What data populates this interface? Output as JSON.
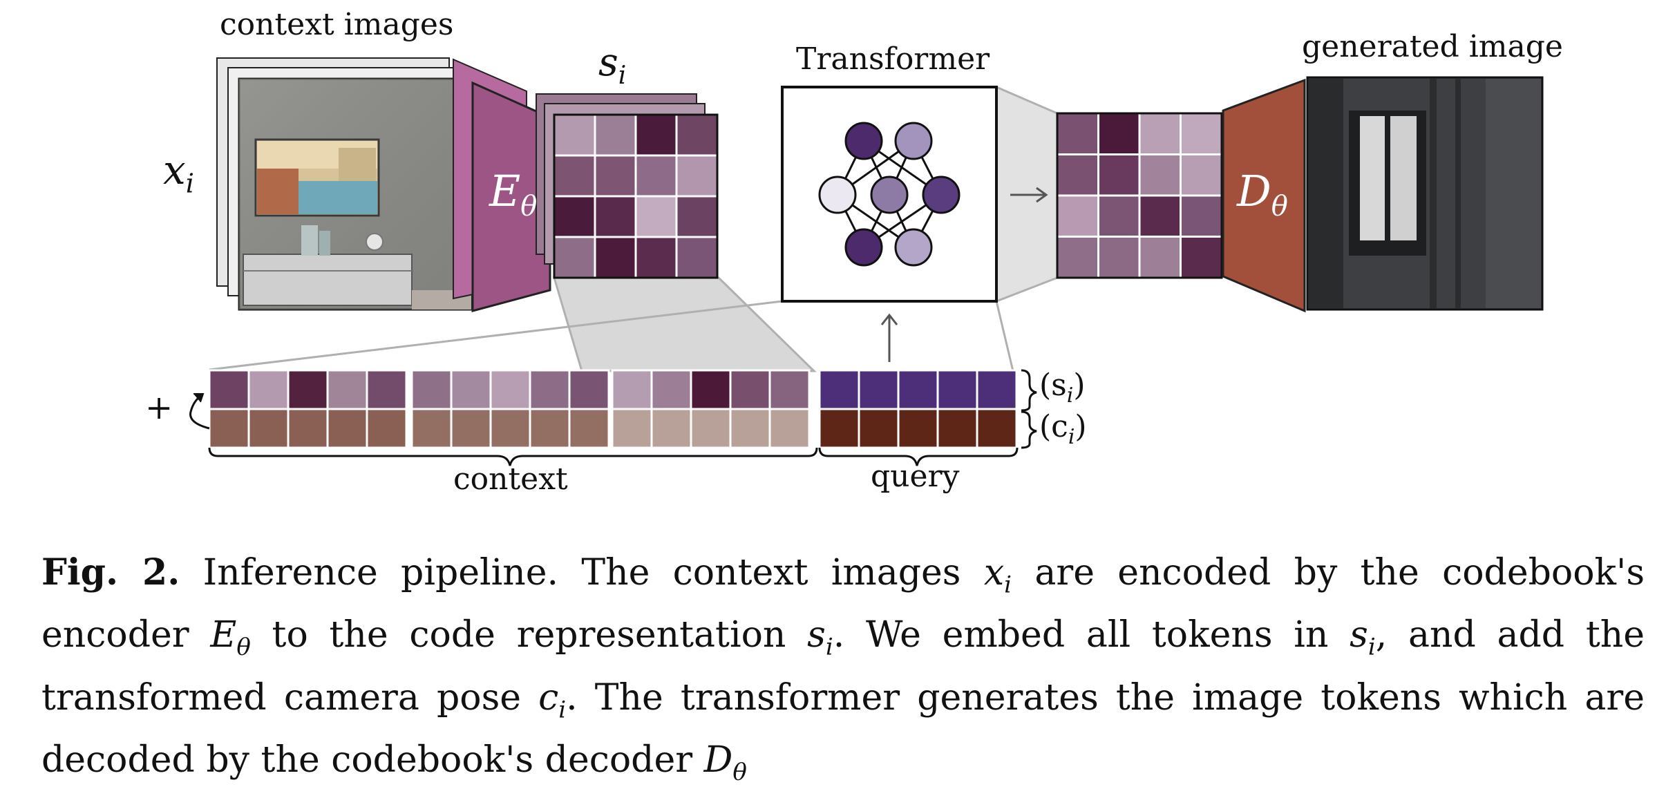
{
  "labels": {
    "context_images": "context images",
    "x_i": "x",
    "x_sub": "i",
    "s_i": "s",
    "s_sub": "i",
    "encoder": "E",
    "encoder_sub": "θ",
    "transformer": "Transformer",
    "decoder": "D",
    "decoder_sub": "θ",
    "generated_image": "generated image",
    "plus": "+",
    "brace_s": "(s",
    "brace_s_sub": "i",
    "brace_s_close": ")",
    "brace_c": "(c",
    "brace_c_sub": "i",
    "brace_c_close": ")",
    "context": "context",
    "query": "query",
    "arrow_right": "→"
  },
  "grids": {
    "s_grid": [
      "#b39aae",
      "#9a7f96",
      "#4a1b3a",
      "#6e4663",
      "#7d5573",
      "#7e5572",
      "#8e6b88",
      "#b196ad",
      "#4a1b3b",
      "#5a2a4c",
      "#c3abc0",
      "#6b4262",
      "#8e6d89",
      "#4c1a3b",
      "#5c2c4e",
      "#7b5576"
    ],
    "out_grid": [
      "#7b5171",
      "#4b1a3b",
      "#b9a0b4",
      "#c0a9bd",
      "#7a5170",
      "#6a3a5e",
      "#a1849c",
      "#b89eb3",
      "#b89ab2",
      "#7d5574",
      "#5a2b4d",
      "#7b5575",
      "#8e6e89",
      "#8c6a86",
      "#9d7f98",
      "#5a2b4d"
    ]
  },
  "token_rows": {
    "s_tokens": [
      [
        "#6e4263",
        "#b39aae",
        "#52223f",
        "#a08599",
        "#744c6b"
      ],
      [
        "#8f7089",
        "#a48aa0",
        "#b79eb2",
        "#8c6c87",
        "#7a5573"
      ],
      [
        "#b59db1",
        "#9d7e97",
        "#4c1a38",
        "#784f6d",
        "#866480"
      ],
      [
        "#4c2f78",
        "#4c2f78",
        "#4c2f78",
        "#4c2f78",
        "#4c2f78"
      ]
    ],
    "c_tokens": [
      [
        "#8a6054",
        "#8a6054",
        "#8a6054",
        "#8a6054",
        "#8a6054"
      ],
      [
        "#936e62",
        "#936e62",
        "#936e62",
        "#936e62",
        "#936e62"
      ],
      [
        "#b8a198",
        "#b8a198",
        "#b8a198",
        "#b8a198",
        "#b8a198"
      ],
      [
        "#5e2617",
        "#5e2617",
        "#5e2617",
        "#5e2617",
        "#5e2617"
      ]
    ]
  },
  "nodes": [
    "#4d2a6b",
    "#a394be",
    "#ece8f1",
    "#8d7aa5",
    "#5a3d7e",
    "#4d2a6b",
    "#b3a6c9"
  ],
  "colors": {
    "encoder": "#9c5584",
    "decoder": "#a2503b",
    "connector": "#b8b8b8",
    "shade": "#d6d6d6"
  },
  "caption": {
    "fig": "Fig. 2.",
    "p1": " Inference pipeline. The context images ",
    "xi": "x",
    "xi_sub": "i",
    "p2": " are encoded by the codebook's encoder ",
    "E": "E",
    "E_sub": "θ",
    "p3": " to the code representation ",
    "s1": "s",
    "s1_sub": "i",
    "p4": ". We embed all tokens in ",
    "s2": "s",
    "s2_sub": "i",
    "p5": ", and add the transformed camera pose ",
    "c": "c",
    "c_sub": "i",
    "p6": ". The transformer generates the image tokens which are decoded by the codebook's decoder ",
    "D": "D",
    "D_sub": "θ"
  }
}
